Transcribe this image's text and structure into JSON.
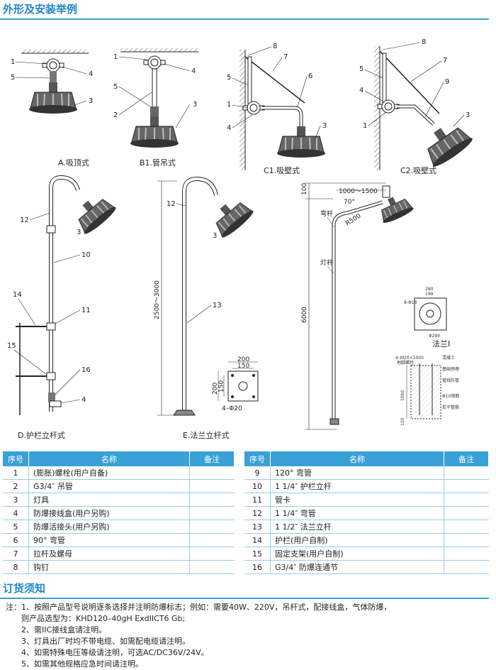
{
  "section1_title": "外形及安装举例",
  "section2_title": "订货须知",
  "figures": {
    "a": {
      "caption": "A.吸顶式",
      "labels": [
        "1",
        "5",
        "4",
        "3"
      ]
    },
    "b1": {
      "caption": "B1.管吊式",
      "labels": [
        "1",
        "5",
        "4",
        "2",
        "3"
      ]
    },
    "c1": {
      "caption": "C1.吸壁式",
      "labels": [
        "8",
        "7",
        "6",
        "5",
        "1",
        "4",
        "3"
      ]
    },
    "c2": {
      "caption": "C2.吸壁式",
      "labels": [
        "8",
        "7",
        "9",
        "5",
        "4",
        "1",
        "3"
      ]
    },
    "d": {
      "caption": "D.护栏立杆式",
      "labels": [
        "12",
        "3",
        "10",
        "14",
        "11",
        "15",
        "16",
        "4"
      ]
    },
    "e": {
      "caption": "E.法兰立杆式",
      "labels": [
        "12",
        "3",
        "13"
      ],
      "height_dim": "2500～3000",
      "flange_dims": {
        "w_outer": "200",
        "w_inner": "150",
        "h_outer": "200",
        "h_inner": "150",
        "holes": "4–Φ20"
      }
    },
    "pole": {
      "top_dim": "100",
      "arm_dim": "1000～1500",
      "angle": "70°",
      "radius": "R500",
      "arm_label": "弯杆",
      "pole_label": "灯杆",
      "height_dim": "6000",
      "flange_caption": "法兰Ⅰ",
      "flange_tiny": [
        "280",
        "199",
        "8-Φ18",
        "Φ290"
      ],
      "found_tiny": [
        "4–M20×1000",
        "地脚螺栓",
        "混凝土",
        "基础预埋",
        "管线防管",
        "Φ10钢筋",
        "若干整筋",
        "1000",
        "150"
      ]
    }
  },
  "table_headers": {
    "no": "序号",
    "name": "名称",
    "remark": "备注"
  },
  "parts_left": [
    {
      "no": "1",
      "name": "(膨胀)螺栓(用户自备)",
      "remark": ""
    },
    {
      "no": "2",
      "name": "G3/4″ 吊管",
      "remark": ""
    },
    {
      "no": "3",
      "name": "灯具",
      "remark": ""
    },
    {
      "no": "4",
      "name": "防爆接线盒(用户另购)",
      "remark": ""
    },
    {
      "no": "5",
      "name": "防爆活接头(用户另购)",
      "remark": ""
    },
    {
      "no": "6",
      "name": "90° 弯管",
      "remark": ""
    },
    {
      "no": "7",
      "name": "拉杆及螺母",
      "remark": ""
    },
    {
      "no": "8",
      "name": "钩钉",
      "remark": ""
    }
  ],
  "parts_right": [
    {
      "no": "9",
      "name": "120° 弯管",
      "remark": ""
    },
    {
      "no": "10",
      "name": "1 1/4″ 护栏立杆",
      "remark": ""
    },
    {
      "no": "11",
      "name": "管卡",
      "remark": ""
    },
    {
      "no": "12",
      "name": "1 1/4″ 弯管",
      "remark": ""
    },
    {
      "no": "13",
      "name": "1 1/2″ 法兰立杆",
      "remark": ""
    },
    {
      "no": "14",
      "name": "护栏(用户自制)",
      "remark": ""
    },
    {
      "no": "15",
      "name": "固定支架(用户自制)",
      "remark": ""
    },
    {
      "no": "16",
      "name": "G3/4″ 防爆连通节",
      "remark": ""
    }
  ],
  "notes": {
    "prefix": "注：",
    "n1": "1、按照产品型号说明逐条选择并注明防爆标志；例如：需要40W、220V，吊杆式，配接线盒，气体防爆，",
    "n1b": "则产品选型为：KHD120–40gH ExdIICT6 Gb;",
    "n2": "2、需IIC接线盒请注明。",
    "n3": "3、灯具出厂时均不带电缆、如需配电缆请注明。",
    "n4": "4、如需特殊电压等级请注明，可选AC/DC36V/24V。",
    "n5": "5、如需其他规格应急时间请注明。"
  },
  "colors": {
    "accent": "#3aa0d8",
    "heading": "#1f86c8"
  }
}
